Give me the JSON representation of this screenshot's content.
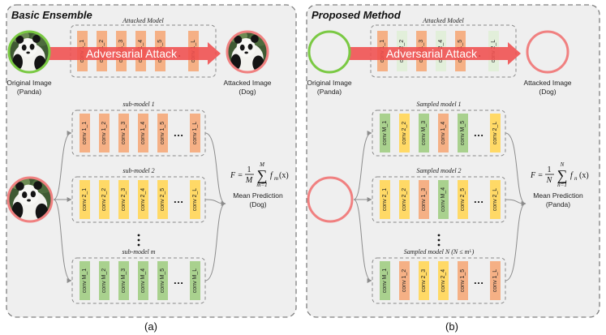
{
  "colors": {
    "orange": "#F5B085",
    "yellow": "#FFD966",
    "green": "#A9D18E",
    "pale_green": "#E2EFDA",
    "attack_arrow": "#F04E4E",
    "ring_original": "#7AC943",
    "ring_attacked": "#F08080",
    "panel_bg": "#EFEFEF"
  },
  "icons": [
    "panda-photo",
    "arrow-icon"
  ],
  "left": {
    "title": "Basic Ensemble",
    "attacked_model_label": "Attacked Model",
    "attack_text": "Adversarial Attack",
    "original_caption": [
      "Original Image",
      "(Panda)"
    ],
    "attacked_caption": [
      "Attacked Image",
      "(Dog)"
    ],
    "attacked_convs": [
      "conv 1_1",
      "conv 1_2",
      "conv 1_3",
      "conv 1_4",
      "conv 1_5",
      "conv 1_L"
    ],
    "submodels": [
      {
        "label": "sub-model 1",
        "convs": [
          "conv 1_1",
          "conv 1_2",
          "conv 1_3",
          "conv 1_4",
          "conv 1_5",
          "conv 1_L"
        ]
      },
      {
        "label": "sub-model 2",
        "convs": [
          "conv 2_1",
          "conv 2_2",
          "conv 2_3",
          "conv 2_4",
          "conv 2_5",
          "conv 2_L"
        ]
      },
      {
        "label": "sub-model m",
        "convs": [
          "conv M_1",
          "conv M_2",
          "conv M_3",
          "conv M_4",
          "conv M_5",
          "conv M_L"
        ]
      }
    ],
    "formula": {
      "lhs": "F =",
      "frac_num": "1",
      "frac_den": "M",
      "sum_top": "M",
      "sum_bottom": "m=1",
      "term": "f",
      "sub": "m",
      "arg": "(x)"
    },
    "prediction": [
      "Mean Prediction",
      "(Dog)"
    ],
    "panel_label": "(a)"
  },
  "right": {
    "title": "Proposed Method",
    "attacked_model_label": "Attacked Model",
    "attack_text": "Adversarial Attack",
    "original_caption": [
      "Original Image",
      "(Panda)"
    ],
    "attacked_caption": [
      "Attacked Image",
      "(Dog)"
    ],
    "attacked_convs": [
      "conv 1_1",
      "conv 2_2",
      "conv 1_3",
      "conv 2_4",
      "conv 1_5",
      "conv 2_L"
    ],
    "submodels": [
      {
        "label": "Sampled model 1",
        "convs": [
          "conv M_1",
          "conv 2_2",
          "conv M_3",
          "conv 1_4",
          "conv M_5",
          "conv 2_L"
        ]
      },
      {
        "label": "Sampled model 2",
        "convs": [
          "conv 2_1",
          "conv 2_2",
          "conv 1_3",
          "conv M_4",
          "conv 2_5",
          "conv 2_L"
        ]
      },
      {
        "label": "Sampled model N (N ≤ mᴸ)",
        "convs": [
          "conv M_1",
          "conv 1_2",
          "conv 2_3",
          "conv 2_4",
          "conv 1_5",
          "conv 1_L"
        ]
      }
    ],
    "formula": {
      "lhs": "F =",
      "frac_num": "1",
      "frac_den": "N",
      "sum_top": "N",
      "sum_bottom": "n=1",
      "term": "f",
      "sub": "n",
      "arg": "(x)"
    },
    "prediction": [
      "Mean Prediction",
      "(Panda)"
    ],
    "panel_label": "(b)"
  }
}
